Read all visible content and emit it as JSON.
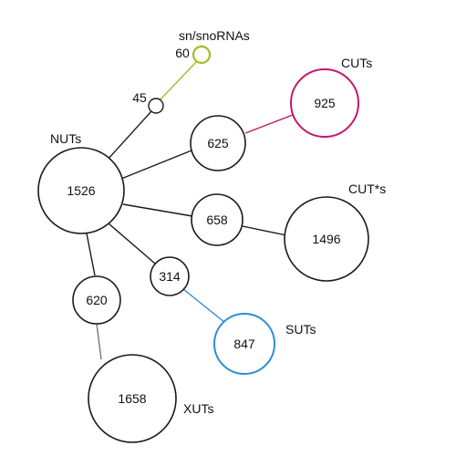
{
  "nodes": {
    "nuts": {
      "value": "1526",
      "label": "NUTs"
    },
    "sn_snorna": {
      "value": "60",
      "label": "sn/snoRNAs"
    },
    "junction_45": {
      "value": "45"
    },
    "mid_625": {
      "value": "625"
    },
    "cuts": {
      "value": "925",
      "label": "CUTs"
    },
    "mid_658": {
      "value": "658"
    },
    "cut_star_s": {
      "value": "1496",
      "label": "CUT*s"
    },
    "mid_314": {
      "value": "314"
    },
    "suts": {
      "value": "847",
      "label": "SUTs"
    },
    "mid_620": {
      "value": "620"
    },
    "xuts": {
      "value": "1658",
      "label": "XUTs"
    }
  },
  "colors": {
    "default_stroke": "#1a1a1a",
    "sn_snorna": "#9cbf2b",
    "cuts": "#c4176d",
    "suts": "#2a8fd6",
    "xut_edge": "#777777"
  }
}
